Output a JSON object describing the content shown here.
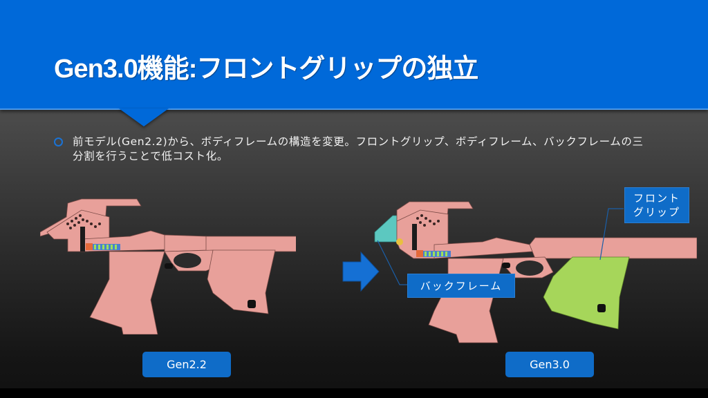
{
  "slide": {
    "title": "Gen3.0機能:フロントグリップの独立",
    "bullets": [
      "前モデル(Gen2.2)から、ボディフレームの構造を変更。フロントグリップ、ボディフレーム、バックフレームの三分割を行うことで低コスト化。"
    ],
    "labels": {
      "gen22": "Gen2.2",
      "gen30": "Gen3.0",
      "back_frame": "バックフレーム",
      "front_grip_line1": "フロント",
      "front_grip_line2": "グリップ"
    },
    "icons": {
      "bullet": "hollow-circle-bullet",
      "transition": "right-arrow"
    },
    "colors": {
      "header_blue": "#0069d9",
      "label_blue": "#0f6cc8",
      "frame_pink": "#e8a09a",
      "front_grip_green": "#a6d65a",
      "back_frame_cyan": "#5cc8c0"
    }
  }
}
